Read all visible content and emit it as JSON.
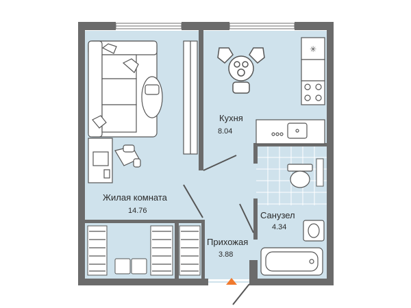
{
  "rooms": [
    {
      "id": "living",
      "name": "Жилая комната",
      "area": "14.76"
    },
    {
      "id": "kitchen",
      "name": "Кухня",
      "area": "8.04"
    },
    {
      "id": "bathroom",
      "name": "Санузел",
      "area": "4.34"
    },
    {
      "id": "hallway",
      "name": "Прихожая",
      "area": "3.88"
    }
  ],
  "colors": {
    "wall": "#6b6b6b",
    "floor": "#cfe2ec",
    "tile": "#b9d6e6",
    "furniture_fill": "#ffffff",
    "furniture_stroke": "#555555",
    "entrance_marker": "#f07a2e"
  },
  "icons": [
    "sofa-icon",
    "table-icon",
    "desk-icon",
    "chair-icon",
    "fridge-icon",
    "stove-icon",
    "sink-icon",
    "toilet-icon",
    "bathtub-icon",
    "wardrobe-icon",
    "entrance-arrow-icon"
  ]
}
